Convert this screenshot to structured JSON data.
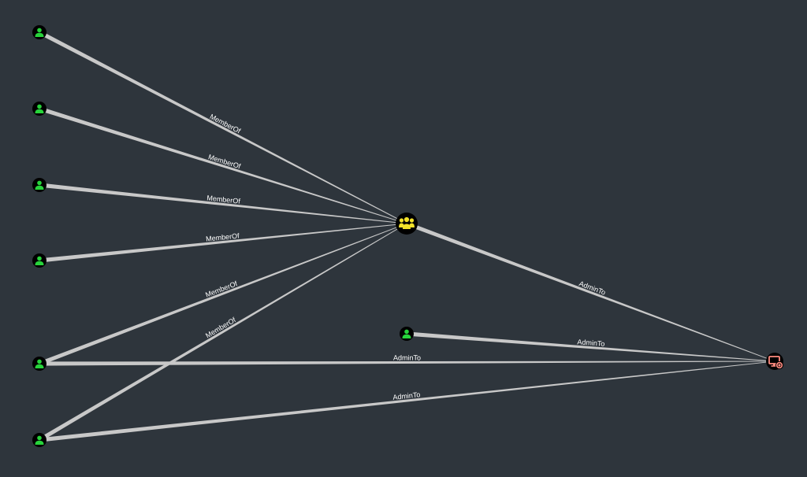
{
  "graph": {
    "nodes": [
      {
        "id": "user-1",
        "type": "user",
        "icon": "user-icon",
        "color": "#27d33b"
      },
      {
        "id": "user-2",
        "type": "user",
        "icon": "user-icon",
        "color": "#27d33b"
      },
      {
        "id": "user-3",
        "type": "user",
        "icon": "user-icon",
        "color": "#27d33b"
      },
      {
        "id": "user-4",
        "type": "user",
        "icon": "user-icon",
        "color": "#27d33b"
      },
      {
        "id": "user-5",
        "type": "user",
        "icon": "user-icon",
        "color": "#27d33b"
      },
      {
        "id": "user-6",
        "type": "user",
        "icon": "user-icon",
        "color": "#27d33b"
      },
      {
        "id": "user-7",
        "type": "user",
        "icon": "user-icon",
        "color": "#27d33b"
      },
      {
        "id": "group-1",
        "type": "group",
        "icon": "group-icon",
        "color": "#f2e12a"
      },
      {
        "id": "computer-1",
        "type": "computer",
        "icon": "computer-icon",
        "color": "#ff8b80"
      }
    ],
    "edges": [
      {
        "from": "user-1",
        "to": "group-1",
        "label": "MemberOf"
      },
      {
        "from": "user-2",
        "to": "group-1",
        "label": "MemberOf"
      },
      {
        "from": "user-3",
        "to": "group-1",
        "label": "MemberOf"
      },
      {
        "from": "user-4",
        "to": "group-1",
        "label": "MemberOf"
      },
      {
        "from": "user-5",
        "to": "group-1",
        "label": "MemberOf"
      },
      {
        "from": "user-6",
        "to": "group-1",
        "label": "MemberOf"
      },
      {
        "from": "group-1",
        "to": "computer-1",
        "label": "AdminTo"
      },
      {
        "from": "user-7",
        "to": "computer-1",
        "label": "AdminTo"
      },
      {
        "from": "user-5",
        "to": "computer-1",
        "label": "AdminTo"
      },
      {
        "from": "user-6",
        "to": "computer-1",
        "label": "AdminTo"
      }
    ]
  },
  "colors": {
    "background": "#2e353c",
    "edge": "#c8c8c8",
    "label": "#ffffff",
    "node_bg": "#000000"
  }
}
